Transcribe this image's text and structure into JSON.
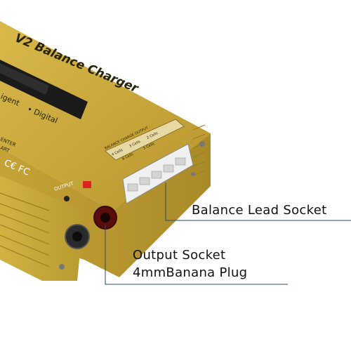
{
  "device": {
    "title": "V2 Balance Charger",
    "features": [
      "igent",
      "• Digital"
    ],
    "side_text_1": "ENTER",
    "side_text_2": "ART",
    "cert_marks": "C€ FC",
    "port_label": "OUTPUT",
    "panel_header": "BALANCE CHARGE OUTPUT",
    "cells_row_1": [
      "4 Cells",
      "3 Cells",
      "2 Cells"
    ],
    "cells_row_2": [
      "6 Cells",
      "5 Cells"
    ]
  },
  "callouts": {
    "balance_socket": "Balance Lead Socket",
    "output_socket_line1": "Output Socket",
    "output_socket_line2": "4mmBanana Plug"
  },
  "colors": {
    "gold": "#c9a63a",
    "gold_dark": "#9c7d1f",
    "leader_line": "#2b4a6b"
  }
}
